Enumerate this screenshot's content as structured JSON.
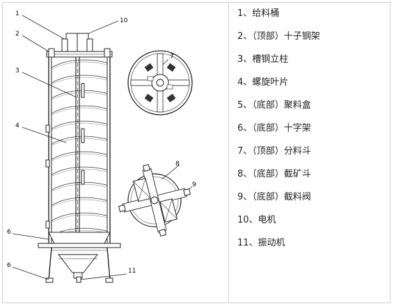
{
  "callouts": {
    "c1": "1",
    "c2": "2",
    "c3": "3",
    "c4": "4",
    "c5": "6",
    "c6": "6",
    "c7": "7",
    "c8": "8",
    "c9": "9",
    "c10": "10",
    "c11": "11"
  },
  "legend": [
    "1、给料桶",
    "2、（顶部）十子钢架",
    "3、槽钢立柱",
    "4、螺旋叶片",
    "5、（底部）聚料盒",
    "6、（底部）十字架",
    "7、（顶部）分料斗",
    "8、（底部）截矿斗",
    "9、（底部）截料阀",
    "10、电机",
    "11、振动机"
  ]
}
